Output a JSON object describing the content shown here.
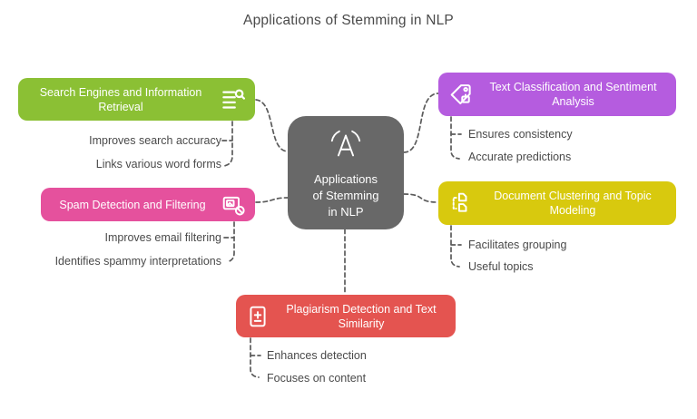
{
  "title": "Applications of Stemming in NLP",
  "connector_color": "#5b5b5b",
  "text_color": "#4a4a4a",
  "background_color": "#ffffff",
  "center": {
    "label_lines": [
      "Applications",
      "of Stemming",
      "in NLP"
    ],
    "icon": "stemming-a-icon",
    "color": "#686868"
  },
  "branches": [
    {
      "label": "Search Engines and Information Retrieval",
      "icon": "list-search-icon",
      "color": "#8bc034",
      "items": [
        "Improves search accuracy",
        "Links various word forms"
      ]
    },
    {
      "label": "Spam Detection and Filtering",
      "icon": "mail-block-icon",
      "color": "#e5519d",
      "items": [
        "Improves email filtering",
        "Identifies spammy interpretations"
      ]
    },
    {
      "label": "Text Classification and Sentiment Analysis",
      "icon": "tag-bot-icon",
      "color": "#b55cdf",
      "items": [
        "Ensures consistency",
        "Accurate predictions"
      ]
    },
    {
      "label": "Document Clustering and Topic Modeling",
      "icon": "files-cluster-icon",
      "color": "#d8c90e",
      "items": [
        "Facilitates grouping",
        "Useful topics"
      ]
    },
    {
      "label": "Plagiarism Detection and Text Similarity",
      "icon": "document-plusminus-icon",
      "color": "#e45450",
      "items": [
        "Enhances detection",
        "Focuses on content"
      ]
    }
  ]
}
